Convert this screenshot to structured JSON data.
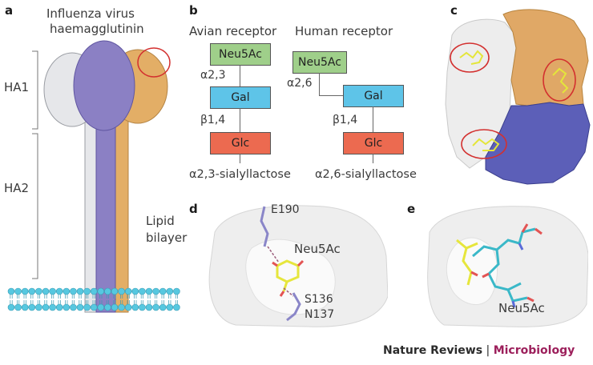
{
  "panels": {
    "a": {
      "letter": "a",
      "title_line1": "Influenza virus",
      "title_line2": "haemagglutinin",
      "ha1": "HA1",
      "ha2": "HA2",
      "lipid_line1": "Lipid",
      "lipid_line2": "bilayer"
    },
    "b": {
      "letter": "b",
      "avian_title": "Avian receptor",
      "human_title": "Human receptor",
      "avian_top": "Neu5Ac",
      "avian_link1": "α2,3",
      "avian_mid": "Gal",
      "avian_link2": "β1,4",
      "avian_bottom": "Glc",
      "avian_name": "α2,3-sialyllactose",
      "human_top": "Neu5Ac",
      "human_link1": "α2,6",
      "human_mid": "Gal",
      "human_link2": "β1,4",
      "human_bottom": "Glc",
      "human_name": "α2,6-sialyllactose"
    },
    "c": {
      "letter": "c"
    },
    "d": {
      "letter": "d",
      "residue1": "E190",
      "ligand": "Neu5Ac",
      "residue2": "S136",
      "residue3": "N137"
    },
    "e": {
      "letter": "e",
      "ligand": "Neu5Ac"
    }
  },
  "credit": {
    "journal": "Nature Reviews",
    "separator": " | ",
    "section": "Microbiology"
  },
  "colors": {
    "green": "#9fcf8a",
    "blue": "#5ec4e8",
    "red": "#ec6a50",
    "purple": "#8b80c4",
    "orange": "#e3ae66",
    "grey": "#e6e7ea",
    "membrane": "#56c8e0",
    "accent": "#9c1f5b"
  }
}
